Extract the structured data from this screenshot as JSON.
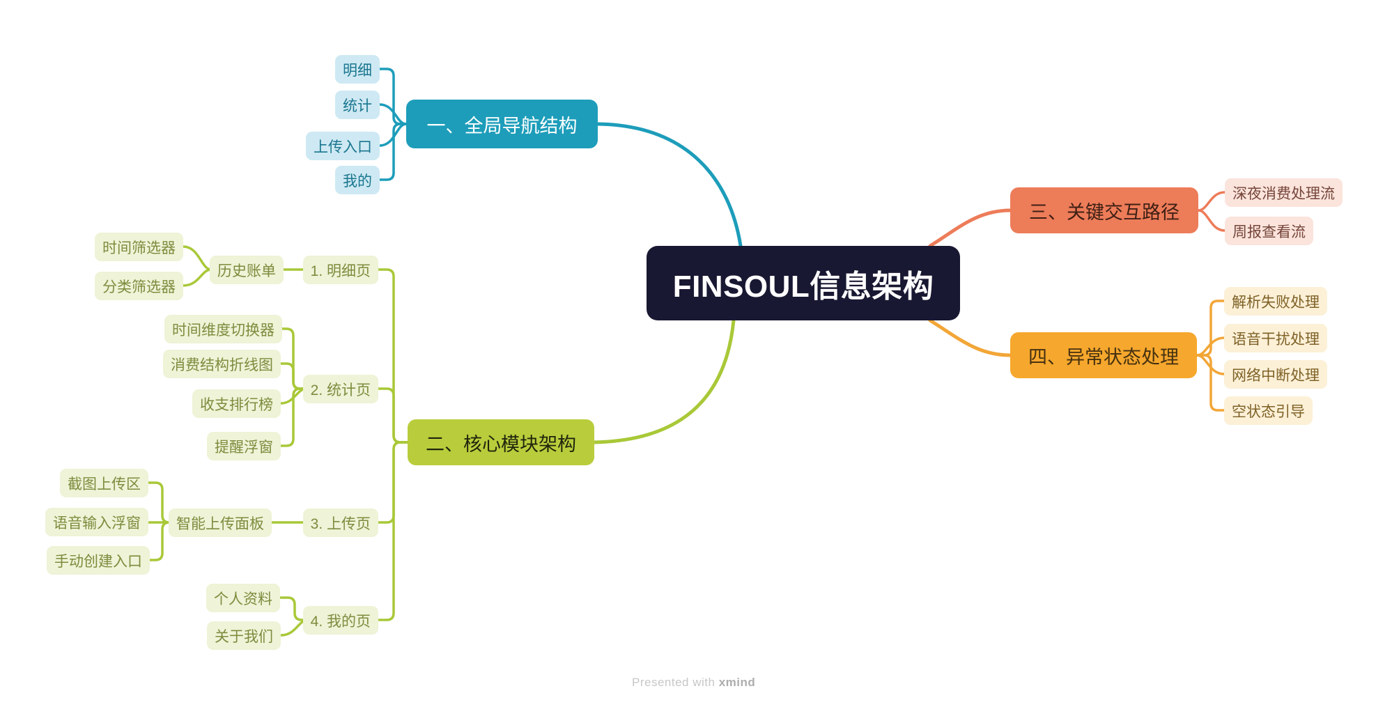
{
  "root": {
    "label": "FINSOUL信息架构",
    "bg": "#191832",
    "text_color": "#FFFFFF"
  },
  "watermark": {
    "prefix": "Presented with ",
    "brand": "xmind"
  },
  "branches": [
    {
      "label": "一、全局导航结构",
      "color": "#1D9DBA",
      "child_bg": "#CEE9F3",
      "child_text": "#19768F",
      "children": [
        {
          "label": "明细"
        },
        {
          "label": "统计"
        },
        {
          "label": "上传入口"
        },
        {
          "label": "我的"
        }
      ]
    },
    {
      "label": "二、核心模块架构",
      "color": "#B9CD3C",
      "child_bg": "#EFF3D7",
      "child_text": "#7C8C3E",
      "children": [
        {
          "label": "1. 明细页",
          "children": [
            {
              "label": "历史账单",
              "children": [
                {
                  "label": "时间筛选器"
                },
                {
                  "label": "分类筛选器"
                }
              ]
            }
          ]
        },
        {
          "label": "2. 统计页",
          "children": [
            {
              "label": "时间维度切换器"
            },
            {
              "label": "消费结构折线图"
            },
            {
              "label": "收支排行榜"
            },
            {
              "label": "提醒浮窗"
            }
          ]
        },
        {
          "label": "3. 上传页",
          "children": [
            {
              "label": "智能上传面板",
              "children": [
                {
                  "label": "截图上传区"
                },
                {
                  "label": "语音输入浮窗"
                },
                {
                  "label": "手动创建入口"
                }
              ]
            }
          ]
        },
        {
          "label": "4. 我的页",
          "children": [
            {
              "label": "个人资料"
            },
            {
              "label": "关于我们"
            }
          ]
        }
      ]
    },
    {
      "label": "三、关键交互路径",
      "color": "#ED7C59",
      "child_bg": "#FBE4DC",
      "child_text": "#75453A",
      "children": [
        {
          "label": "深夜消费处理流"
        },
        {
          "label": "周报查看流"
        }
      ]
    },
    {
      "label": "四、异常状态处理",
      "color": "#F6A72D",
      "child_bg": "#FCF0D7",
      "child_text": "#7E6126",
      "children": [
        {
          "label": "解析失败处理"
        },
        {
          "label": "语音干扰处理"
        },
        {
          "label": "网络中断处理"
        },
        {
          "label": "空状态引导"
        }
      ]
    }
  ]
}
